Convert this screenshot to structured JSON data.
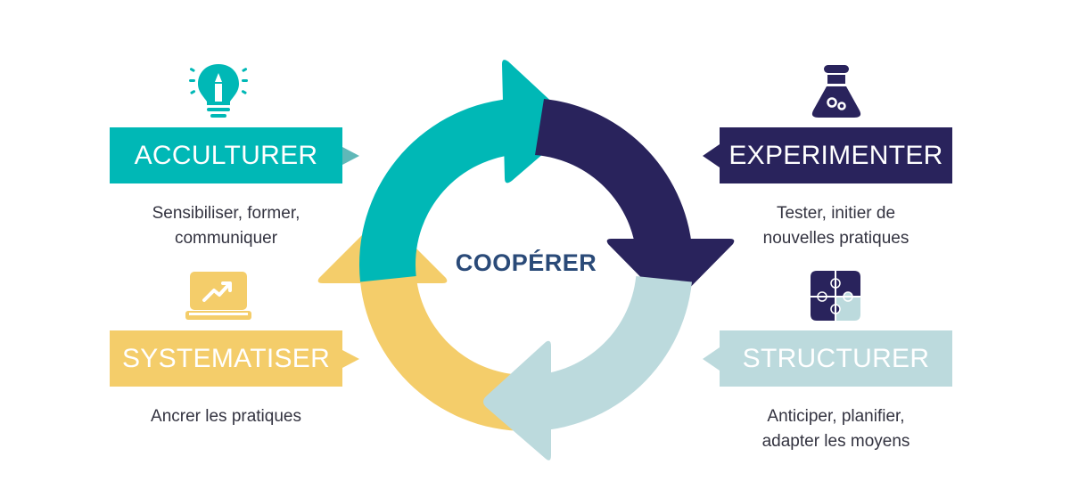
{
  "center": {
    "label": "COOPÉRER",
    "color": "#2a4a78"
  },
  "steps": [
    {
      "id": "acculturer",
      "title": "ACCULTURER",
      "lines": [
        "Sensibiliser, former,",
        "communiquer"
      ],
      "color": "#00b8b6",
      "pointer_color": "#5fb8b8",
      "icon": "lightbulb-pencil-icon"
    },
    {
      "id": "experimenter",
      "title": "EXPERIMENTER",
      "lines": [
        "Tester, initier de",
        "nouvelles pratiques"
      ],
      "color": "#29235c",
      "pointer_color": "#29235c",
      "icon": "flask-icon"
    },
    {
      "id": "structurer",
      "title": "STRUCTURER",
      "lines": [
        "Anticiper, planifier,",
        "adapter les moyens"
      ],
      "color": "#bcdadd",
      "pointer_color": "#bcdadd",
      "icon": "puzzle-icon"
    },
    {
      "id": "systematiser",
      "title": "SYSTEMATISER",
      "lines": [
        "Ancrer les pratiques"
      ],
      "color": "#f4cd6a",
      "pointer_color": "#f4cd6a",
      "icon": "laptop-chart-icon"
    }
  ]
}
